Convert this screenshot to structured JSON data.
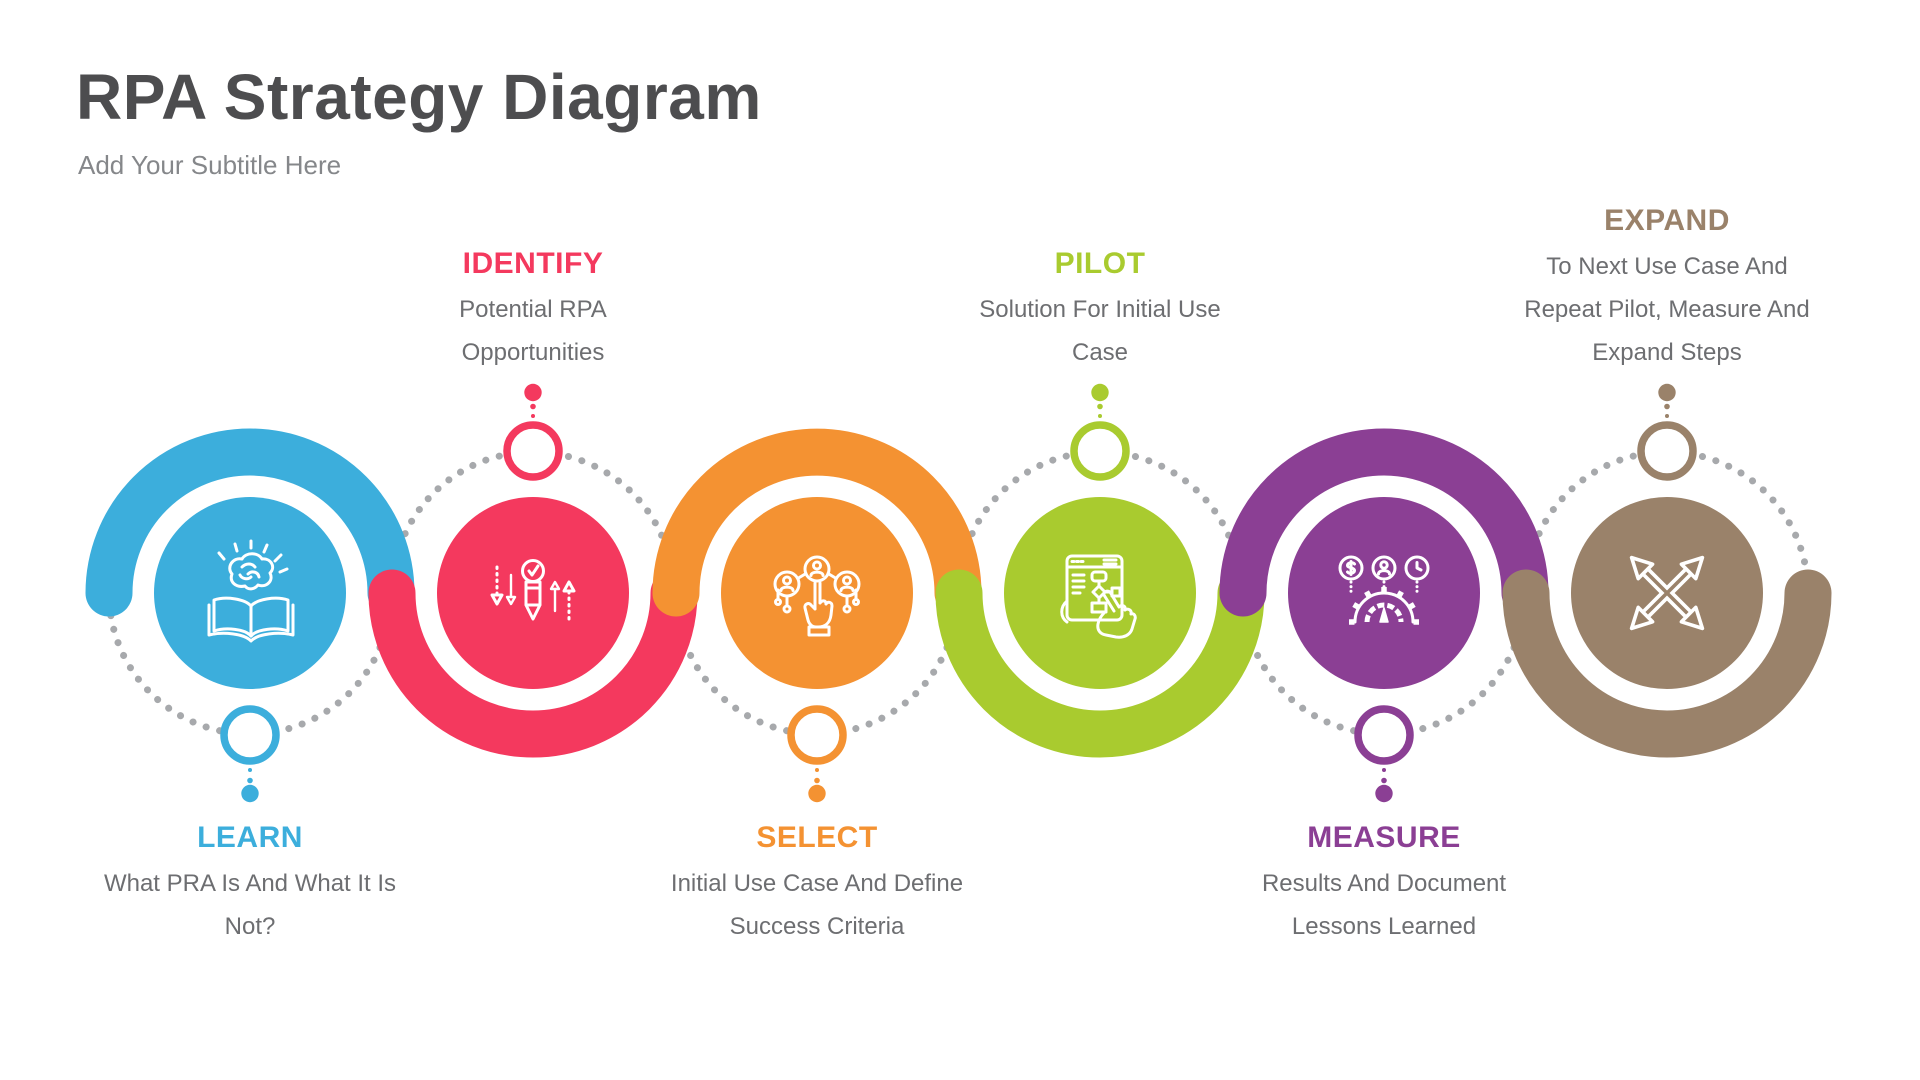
{
  "header": {
    "title": "RPA Strategy Diagram",
    "subtitle": "Add Your Subtitle Here"
  },
  "colors": {
    "background": "#FFFFFF",
    "heading_text": "#4D4D4F",
    "subtitle_text": "#85878A",
    "body_text": "#6D6E71",
    "dotted_ring": "#A7A9AC",
    "icon_stroke": "#FFFFFF",
    "ring_fill": "#FFFFFF"
  },
  "steps": [
    {
      "title": "LEARN",
      "lines": [
        "What PRA Is And What It Is",
        "Not?"
      ],
      "color": "#3CAEDC",
      "label_position": "bottom",
      "icon": "brain-book-icon"
    },
    {
      "title": "IDENTIFY",
      "lines": [
        "Potential RPA",
        "Opportunities"
      ],
      "color": "#F4395E",
      "label_position": "top",
      "icon": "idea-pencil-arrows-icon"
    },
    {
      "title": "SELECT",
      "lines": [
        "Initial Use Case And Define",
        "Success Criteria"
      ],
      "color": "#F49232",
      "label_position": "bottom",
      "icon": "hand-pick-users-icon"
    },
    {
      "title": "PILOT",
      "lines": [
        "Solution For Initial Use",
        "Case"
      ],
      "color": "#A9CB2F",
      "label_position": "top",
      "icon": "tablet-workflow-hand-icon"
    },
    {
      "title": "MEASURE",
      "lines": [
        "Results And Document",
        "Lessons Learned"
      ],
      "color": "#8B3F94",
      "label_position": "bottom",
      "icon": "gauge-gear-metrics-icon"
    },
    {
      "title": "EXPAND",
      "lines": [
        "To Next Use Case And",
        "Repeat Pilot, Measure And",
        "Expand Steps"
      ],
      "color": "#9A826A",
      "label_position": "top",
      "icon": "expand-arrows-icon"
    }
  ]
}
